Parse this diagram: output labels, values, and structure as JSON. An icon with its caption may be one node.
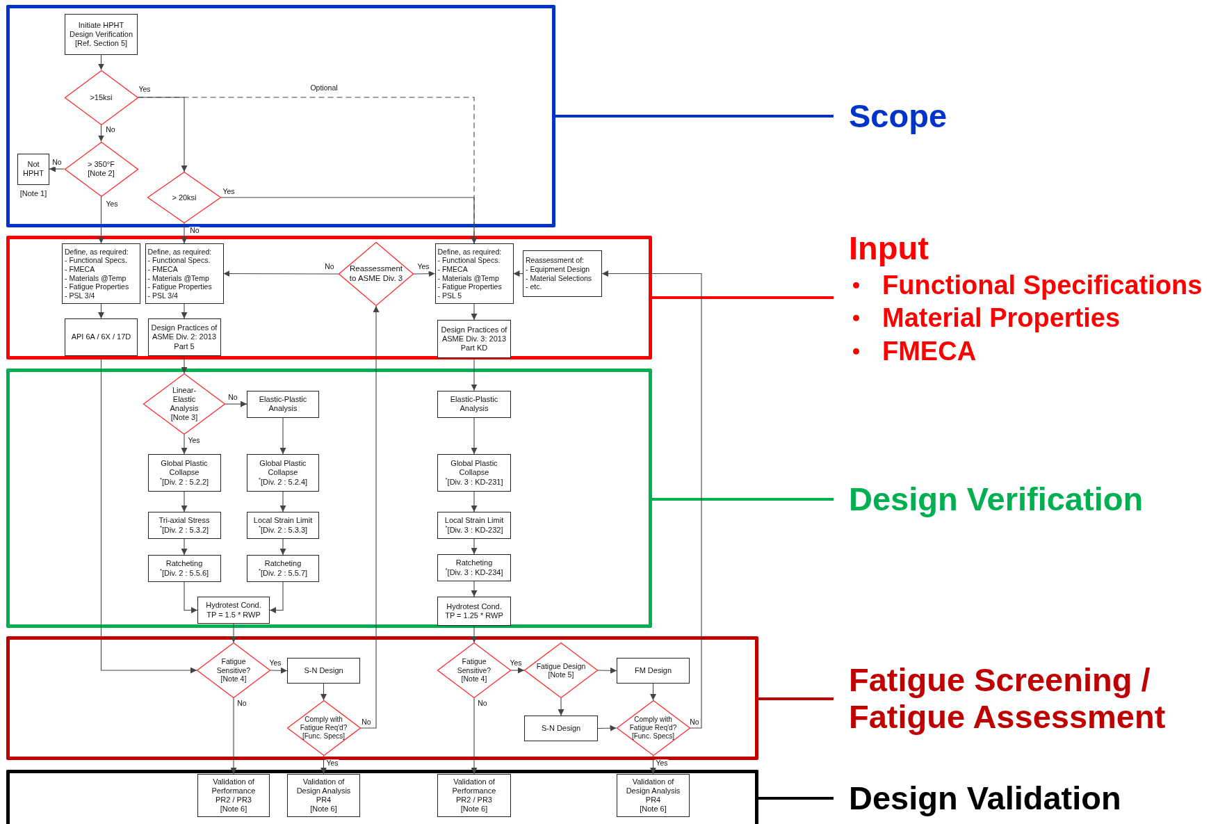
{
  "diagram": {
    "nodes": [
      {
        "text": [
          "Scope"
        ]
      },
      {
        "text": [
          "Initiate HPHT Design Verification [Ref. Section 5]"
        ],
        "in": 0
      },
      {
        "text": [
          ">15ksi"
        ],
        "in": 0
      },
      {
        "text": [
          "Not HPHT"
        ],
        "in": 0,
        "beside": [
          "[Note 1]"
        ]
      },
      {
        "text": [
          "> 350°F [Note 2]"
        ],
        "in": 0
      },
      {
        "text": [
          "> 20ksi"
        ],
        "in": 0
      },
      {
        "text": [
          "Input",
          "Functional Specifications",
          "Material Properties",
          "FMECA"
        ]
      },
      {
        "text": [
          "Define, as required:",
          "- Functional Specs.",
          "- FMECA",
          "- Materials @Temp",
          "- Fatigue Properties",
          "- PSL 3/4"
        ],
        "in": 6
      },
      {
        "text": [
          "Define, as required:",
          "- Functional Specs.",
          "- FMECA",
          "- Materials @Temp",
          "- Fatigue Properties",
          "- PSL 3/4"
        ],
        "in": 6
      },
      {
        "text": [
          "Reassessment to ASME Div. 3"
        ],
        "in": 6
      },
      {
        "text": [
          "Define, as required:",
          "- Functional Specs.",
          "- FMECA",
          "- Materials @Temp",
          "- Fatigue Properties",
          "- PSL 5"
        ],
        "in": 6
      },
      {
        "text": [
          "Reassessment of:",
          "- Equipment Design",
          "- Material Selections",
          "- etc."
        ],
        "in": 6
      },
      {
        "text": [
          "API 6A / 6X / 17D"
        ],
        "in": 6
      },
      {
        "text": [
          "Design Practices of ASME Div. 2: 2013 Part 5"
        ],
        "in": 6
      },
      {
        "text": [
          "Design Practices of ASME Div. 3: 2013 Part KD"
        ],
        "in": 6
      },
      {
        "text": [
          "Design Verification"
        ]
      },
      {
        "text": [
          "Linear-Elastic Analysis [Note 3]"
        ],
        "in": 15
      },
      {
        "text": [
          "Elastic-Plastic Analysis"
        ],
        "in": 15
      },
      {
        "text": [
          "Elastic-Plastic Analysis"
        ],
        "in": 15
      },
      {
        "text": [
          "Global Plastic Collapse",
          "$^{*}$[Div. 2 : 5.2.2]"
        ],
        "in": 15
      },
      {
        "text": [
          "Global Plastic Collapse",
          "$^{*}$[Div. 2 : 5.2.4]"
        ],
        "in": 15
      },
      {
        "text": [
          "Global Plastic Collapse",
          "$^{*}$[Div. 3 : KD-231]"
        ],
        "in": 15
      },
      {
        "text": [
          "Tri-axial Stress",
          "$^{*}$[Div. 2 : 5.3.2]"
        ],
        "in": 15
      },
      {
        "text": [
          "Local Strain Limit",
          "$^{*}$[Div. 2 : 5.3.3]"
        ],
        "in": 15
      },
      {
        "text": [
          "Local Strain Limit",
          "$^{*}$[Div. 3 : KD-232]"
        ],
        "in": 15
      },
      {
        "text": [
          "Ratcheting",
          "$^{*}$[Div. 2 : 5.5.6]"
        ],
        "in": 15
      },
      {
        "text": [
          "Ratcheting",
          "$^{*}$[Div. 2 : 5.5.7]"
        ],
        "in": 15
      },
      {
        "text": [
          "Ratcheting",
          "$^{*}$[Div. 3 : KD-234]"
        ],
        "in": 15
      },
      {
        "text": [
          "Hydrotest Cond.",
          "TP = 1.5 * RWP"
        ],
        "in": 15
      },
      {
        "text": [
          "Hydrotest Cond.",
          "TP = 1.25 * RWP"
        ],
        "in": 15
      },
      {
        "text": [
          "Fatigue Screening / Fatigue Assessment"
        ]
      },
      {
        "text": [
          "Fatigue Sensitive? [Note 4]"
        ],
        "in": 30
      },
      {
        "text": [
          "S-N Design"
        ],
        "in": 30
      },
      {
        "text": [
          "Comply with Fatigue Req'd? [Func. Specs]"
        ],
        "in": 30
      },
      {
        "text": [
          "Fatigue Sensitive? [Note 4]"
        ],
        "in": 30
      },
      {
        "text": [
          "Fatigue Design [Note 5]"
        ],
        "in": 30
      },
      {
        "text": [
          "FM Design"
        ],
        "in": 30
      },
      {
        "text": [
          "S-N Design"
        ],
        "in": 30
      },
      {
        "text": [
          "Comply with Fatigue Req'd? [Func. Specs]"
        ],
        "in": 30
      },
      {
        "text": [
          "Design Validation"
        ]
      },
      {
        "text": [
          "Validation of Performance",
          "PR2 / PR3",
          "[Note 6]"
        ],
        "in": 39
      },
      {
        "text": [
          "Validation of Design Analysis",
          "PR4",
          "[Note 6]"
        ],
        "in": 39
      },
      {
        "text": [
          "Validation of Performance",
          "PR2 / PR3",
          "[Note 6]"
        ],
        "in": 39
      },
      {
        "text": [
          "Validation of Design Analysis",
          "PR4",
          "[Note 6]"
        ],
        "in": 39
      }
    ],
    "edges": [
      {
        "from": 1,
        "to": 2,
        "arrow": "to"
      },
      {
        "from": 2,
        "to": 4,
        "arrow": "to",
        "label": "No"
      },
      {
        "from": 2,
        "to": 5,
        "arrow": "to",
        "label": "Yes"
      },
      {
        "from": 2,
        "to": 10,
        "arrow": "to",
        "label": "Optional",
        "style": "dashed"
      },
      {
        "from": 4,
        "to": 3,
        "arrow": "to",
        "label": "No"
      },
      {
        "from": 4,
        "to": 7,
        "arrow": "to",
        "label": "Yes"
      },
      {
        "from": 5,
        "to": 10,
        "arrow": "to",
        "label": "Yes"
      },
      {
        "from": 5,
        "to": 8,
        "arrow": "to",
        "label": "No"
      },
      {
        "from": 9,
        "to": 8,
        "arrow": "to",
        "label": "No"
      },
      {
        "from": 9,
        "to": 10,
        "arrow": "to",
        "label": "Yes"
      },
      {
        "from": 11,
        "to": 10,
        "arrow": "to"
      },
      {
        "from": 7,
        "to": 12,
        "arrow": "to"
      },
      {
        "from": 8,
        "to": 13,
        "arrow": "to"
      },
      {
        "from": 10,
        "to": 14,
        "arrow": "to"
      },
      {
        "from": 12,
        "to": 31,
        "arrow": "to"
      },
      {
        "from": 13,
        "to": 16,
        "arrow": "to"
      },
      {
        "from": 14,
        "to": 18,
        "arrow": "to"
      },
      {
        "from": 16,
        "to": 17,
        "arrow": "to",
        "label": "No"
      },
      {
        "from": 16,
        "to": 19,
        "arrow": "to",
        "label": "Yes"
      },
      {
        "from": 17,
        "to": 20,
        "arrow": "to"
      },
      {
        "from": 20,
        "to": 23,
        "arrow": "to"
      },
      {
        "from": 23,
        "to": 26,
        "arrow": "to"
      },
      {
        "from": 19,
        "to": 22,
        "arrow": "to"
      },
      {
        "from": 22,
        "to": 25,
        "arrow": "to"
      },
      {
        "from": 25,
        "to": 28,
        "arrow": "to"
      },
      {
        "from": 26,
        "to": 28,
        "arrow": "to"
      },
      {
        "from": 18,
        "to": 21,
        "arrow": "to"
      },
      {
        "from": 21,
        "to": 24,
        "arrow": "to"
      },
      {
        "from": 24,
        "to": 27,
        "arrow": "to"
      },
      {
        "from": 27,
        "to": 29,
        "arrow": "to"
      },
      {
        "from": 28,
        "to": 31,
        "arrow": "to"
      },
      {
        "from": 29,
        "to": 34,
        "arrow": "to"
      },
      {
        "from": 31,
        "to": 32,
        "arrow": "to",
        "label": "Yes"
      },
      {
        "from": 32,
        "to": 33,
        "arrow": "to"
      },
      {
        "from": 31,
        "to": 40,
        "arrow": "to",
        "label": "No"
      },
      {
        "from": 33,
        "to": 9,
        "arrow": "to",
        "label": "No"
      },
      {
        "from": 33,
        "to": 41,
        "arrow": "to",
        "label": "Yes"
      },
      {
        "from": 34,
        "to": 35,
        "arrow": "to",
        "label": "Yes"
      },
      {
        "from": 35,
        "to": 36,
        "arrow": "to"
      },
      {
        "from": 35,
        "to": 37,
        "arrow": "to"
      },
      {
        "from": 36,
        "to": 38,
        "arrow": "to"
      },
      {
        "from": 37,
        "to": 38,
        "arrow": "to"
      },
      {
        "from": 34,
        "to": 42,
        "arrow": "to",
        "label": "No"
      },
      {
        "from": 38,
        "to": 43,
        "arrow": "to",
        "label": "Yes"
      },
      {
        "from": 38,
        "to": 11,
        "arrow": "to",
        "label": "No"
      }
    ]
  }
}
